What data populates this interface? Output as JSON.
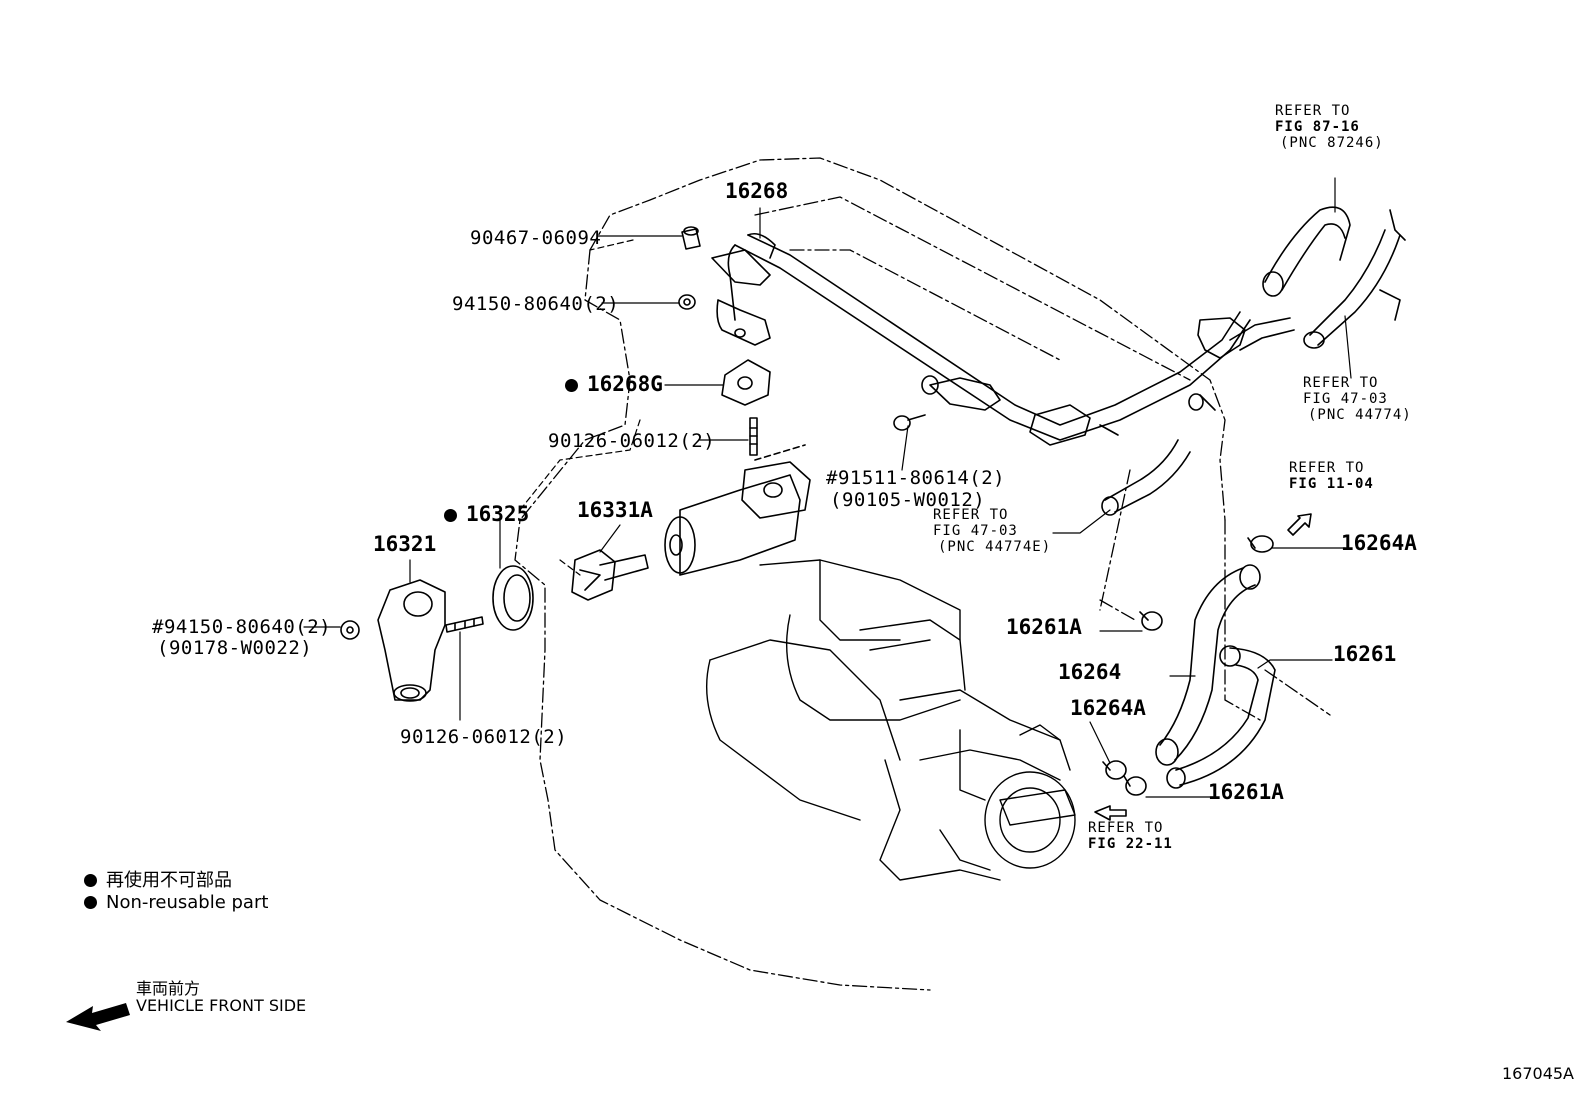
{
  "parts": {
    "p16268": "16268",
    "p90467": "90467-06094",
    "p94150a": "94150-80640(2)",
    "p16268g": "16268G",
    "p90126a": "90126-06012(2)",
    "p91511": "#91511-80614(2)",
    "p90105": "(90105-W0012)",
    "p16325": "16325",
    "p16331a": "16331A",
    "p16321": "16321",
    "p94150b": "#94150-80640(2)",
    "p90178": "(90178-W0022)",
    "p90126b": "90126-06012(2)",
    "p16264a_top": "16264A",
    "p16261a_mid": "16261A",
    "p16264": "16264",
    "p16261": "16261",
    "p16264a_low": "16264A",
    "p16261a_low": "16261A"
  },
  "refs": {
    "r8716_a": "REFER TO",
    "r8716_b": "FIG 87-16",
    "r8716_c": "(PNC 87246)",
    "r4703_a": "REFER TO",
    "r4703_b": "FIG 47-03",
    "r4703_c": "(PNC 44774)",
    "r1104_a": "REFER TO",
    "r1104_b": "FIG 11-04",
    "r4703e_a": "REFER TO",
    "r4703e_b": "FIG 47-03",
    "r4703e_c": "(PNC 44774E)",
    "r2211_a": "REFER TO",
    "r2211_b": "FIG 22-11"
  },
  "legend": {
    "jp_nonreusable": "再使用不可部品",
    "en_nonreusable": "Non-reusable part",
    "jp_front": "車両前方",
    "en_front": "VEHICLE FRONT SIDE"
  },
  "figure_id": "167045A",
  "icons": [
    "non-reusable-dot-icon",
    "front-arrow-icon",
    "refer-arrow-icon"
  ]
}
